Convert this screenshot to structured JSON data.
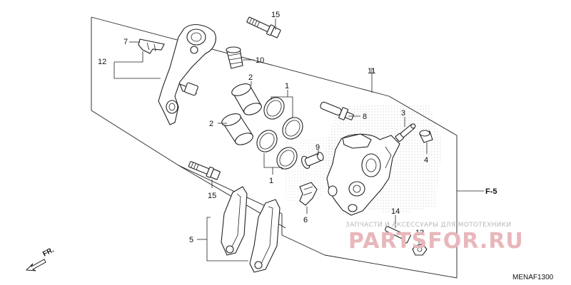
{
  "callouts": {
    "p15_top": "15",
    "p7": "7",
    "p12": "12",
    "p10": "10",
    "p2_top": "2",
    "p1_top": "1",
    "p2_mid": "2",
    "p8": "8",
    "p11": "11",
    "p3": "3",
    "p4": "4",
    "p9": "9",
    "p1_bot": "1",
    "p15_bot": "15",
    "p6": "6",
    "p5": "5",
    "p14": "14",
    "p13": "13"
  },
  "ref_label": "F-5",
  "front_label": "FR.",
  "diagram_code": "MENAF1300",
  "watermark": {
    "tagline": "ЗАПЧАСТИ И АКСЕССУАРЫ ДЛЯ МОТОТЕХНИКИ",
    "brand": "PARTSFOR.RU"
  },
  "colors": {
    "watermark_brand": "#e8b7bb",
    "watermark_text": "#b8b8b8",
    "line": "#222222"
  }
}
